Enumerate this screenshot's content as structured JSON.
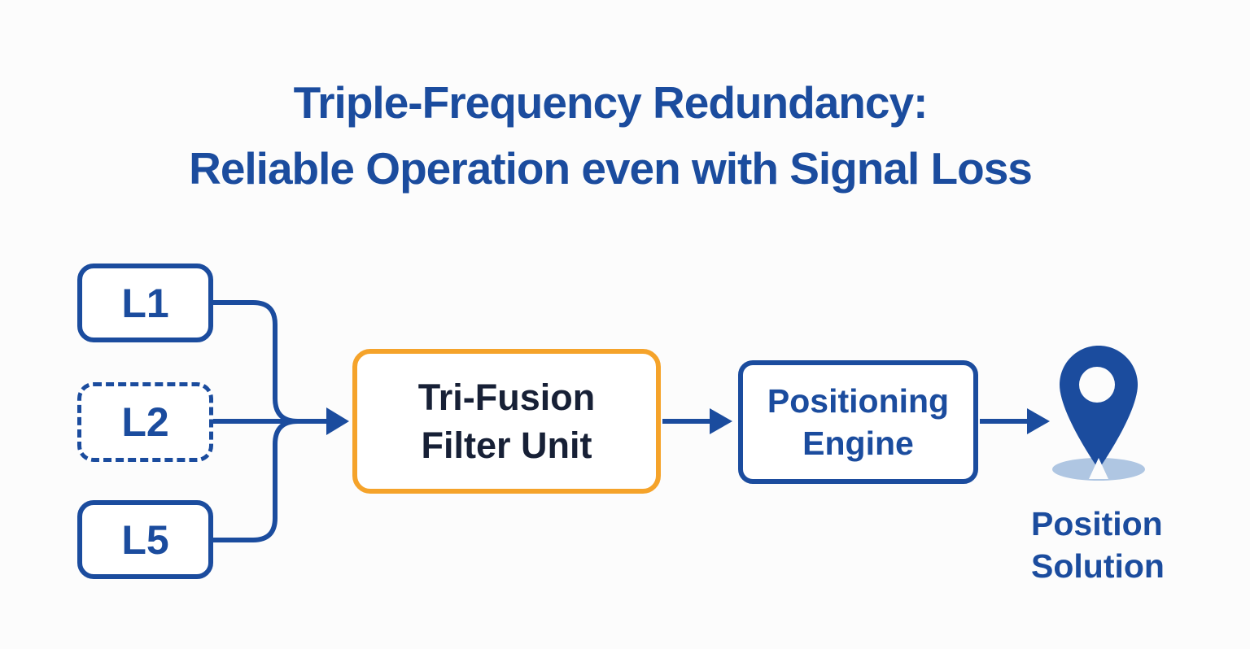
{
  "colors": {
    "background": "#FCFCFC",
    "white": "#FFFFFF",
    "blue": "#1B4C9E",
    "navy": "#172036",
    "orange": "#F5A32A",
    "shadow": "#AFC6E2"
  },
  "title": {
    "line1": "Triple-Frequency Redundancy:",
    "line2": "Reliable Operation even with Signal Loss"
  },
  "signal_inputs": [
    {
      "label": "L1",
      "border": "solid"
    },
    {
      "label": "L2",
      "border": "dashed"
    },
    {
      "label": "L5",
      "border": "solid"
    }
  ],
  "filter_unit": {
    "line1": "Tri-Fusion",
    "line2": "Filter Unit"
  },
  "positioning_engine": {
    "line1": "Positioning",
    "line2": "Engine"
  },
  "output": {
    "icon": "location-pin-icon",
    "line1": "Position",
    "line2": "Solution"
  }
}
